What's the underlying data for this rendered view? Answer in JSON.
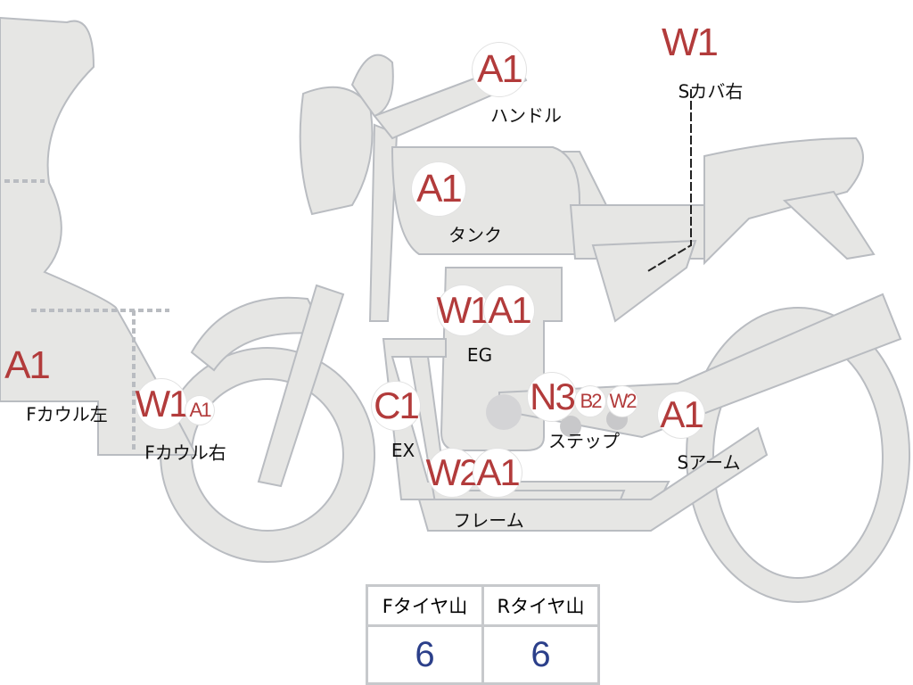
{
  "parts": [
    {
      "id": "s-cover-right",
      "label": "Sカバ右",
      "codes": [
        "W1"
      ]
    },
    {
      "id": "handle",
      "label": "ハンドル",
      "codes": [
        "A1"
      ]
    },
    {
      "id": "tank",
      "label": "タンク",
      "codes": [
        "A1"
      ]
    },
    {
      "id": "engine",
      "label": "EG",
      "codes": [
        "W1",
        "A1"
      ]
    },
    {
      "id": "f-cowl-left",
      "label": "Fカウル左",
      "codes": [
        "A1"
      ]
    },
    {
      "id": "f-cowl-right",
      "label": "Fカウル右",
      "codes": [
        "W1",
        "A1"
      ]
    },
    {
      "id": "exhaust",
      "label": "EX",
      "codes": [
        "C1"
      ]
    },
    {
      "id": "step",
      "label": "ステップ",
      "codes": [
        "N3",
        "B2",
        "W2"
      ]
    },
    {
      "id": "s-arm",
      "label": "Sアーム",
      "codes": [
        "A1"
      ]
    },
    {
      "id": "frame",
      "label": "フレーム",
      "codes": [
        "W2",
        "A1"
      ]
    }
  ],
  "tire_table": {
    "headers": [
      "Fタイヤ山",
      "Rタイヤ山"
    ],
    "values": [
      "6",
      "6"
    ]
  },
  "colors": {
    "code": "#b23b3b",
    "value": "#2b3f8a",
    "body": "#e6e6e4",
    "outline": "#b9bcc1"
  }
}
